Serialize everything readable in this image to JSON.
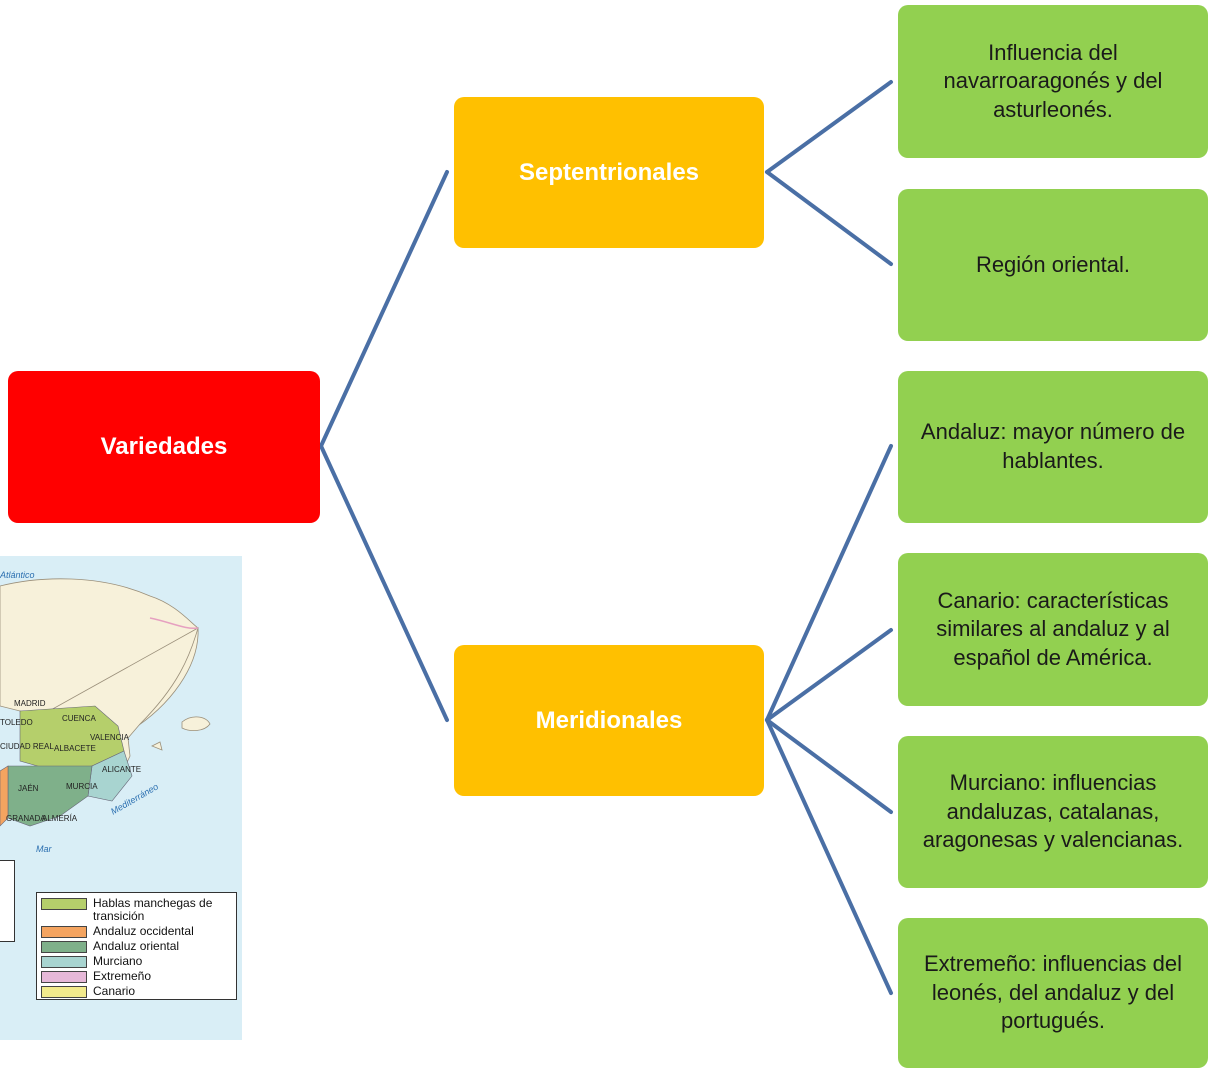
{
  "root": {
    "label": "Variedades"
  },
  "branches": [
    {
      "label": "Septentrionales"
    },
    {
      "label": "Meridionales"
    }
  ],
  "leaves": [
    {
      "text": "Influencia del navarroaragonés y del asturleonés."
    },
    {
      "text": "Región oriental."
    },
    {
      "text": "Andaluz: mayor número de hablantes."
    },
    {
      "text": "Canario: características similares al andaluz y al español de América."
    },
    {
      "text": "Murciano: influencias andaluzas, catalanas, aragonesas y valencianas."
    },
    {
      "text": "Extremeño: influencias del leonés, del andaluz y del portugués."
    }
  ],
  "map": {
    "place_labels": [
      "MADRID",
      "CUENCA",
      "TOLEDO",
      "CIUDAD REAL",
      "ALBACETE",
      "VALENCIA",
      "ALICANTE",
      "JAÉN",
      "MURCIA",
      "GRANADA",
      "ALMERÍA"
    ],
    "sea_labels": [
      "Mediterráneo",
      "Mar",
      "Atlántico"
    ],
    "legend": [
      {
        "label": "Hablas manchegas de transición",
        "color": "#b5cf6b"
      },
      {
        "label": "Andaluz occidental",
        "color": "#f4a460"
      },
      {
        "label": "Andaluz oriental",
        "color": "#7fb08a"
      },
      {
        "label": "Murciano",
        "color": "#a8d4d0"
      },
      {
        "label": "Extremeño",
        "color": "#e6b8d8"
      },
      {
        "label": "Canario",
        "color": "#f2ea8c"
      }
    ]
  },
  "colors": {
    "root": "#ff0000",
    "branch": "#ffc000",
    "leaf": "#92d050",
    "connector": "#4a6fa5"
  }
}
